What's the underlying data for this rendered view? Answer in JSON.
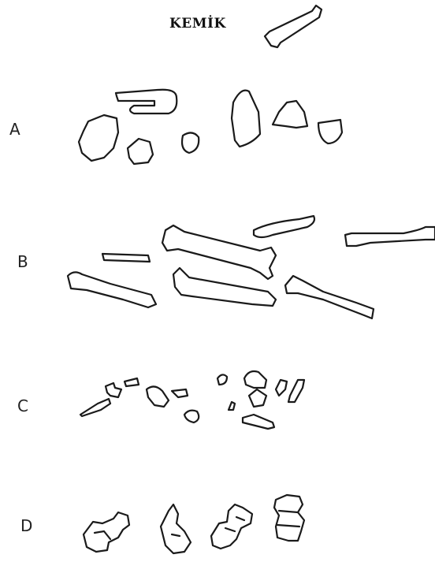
{
  "title": "KEMİK",
  "rows": [
    {
      "id": "a",
      "label": "A"
    },
    {
      "id": "b",
      "label": "B"
    },
    {
      "id": "c",
      "label": "C"
    },
    {
      "id": "d",
      "label": "D"
    }
  ],
  "icons": {
    "header_bone": "long-bone-icon",
    "row_a": "irregular-short-bone-icon",
    "row_b": "long-bone-icon",
    "row_c": "small-carpal-bone-icon",
    "row_d": "vertebra-icon"
  },
  "stroke_color": "#1a1a1a",
  "background_color": "#ffffff"
}
